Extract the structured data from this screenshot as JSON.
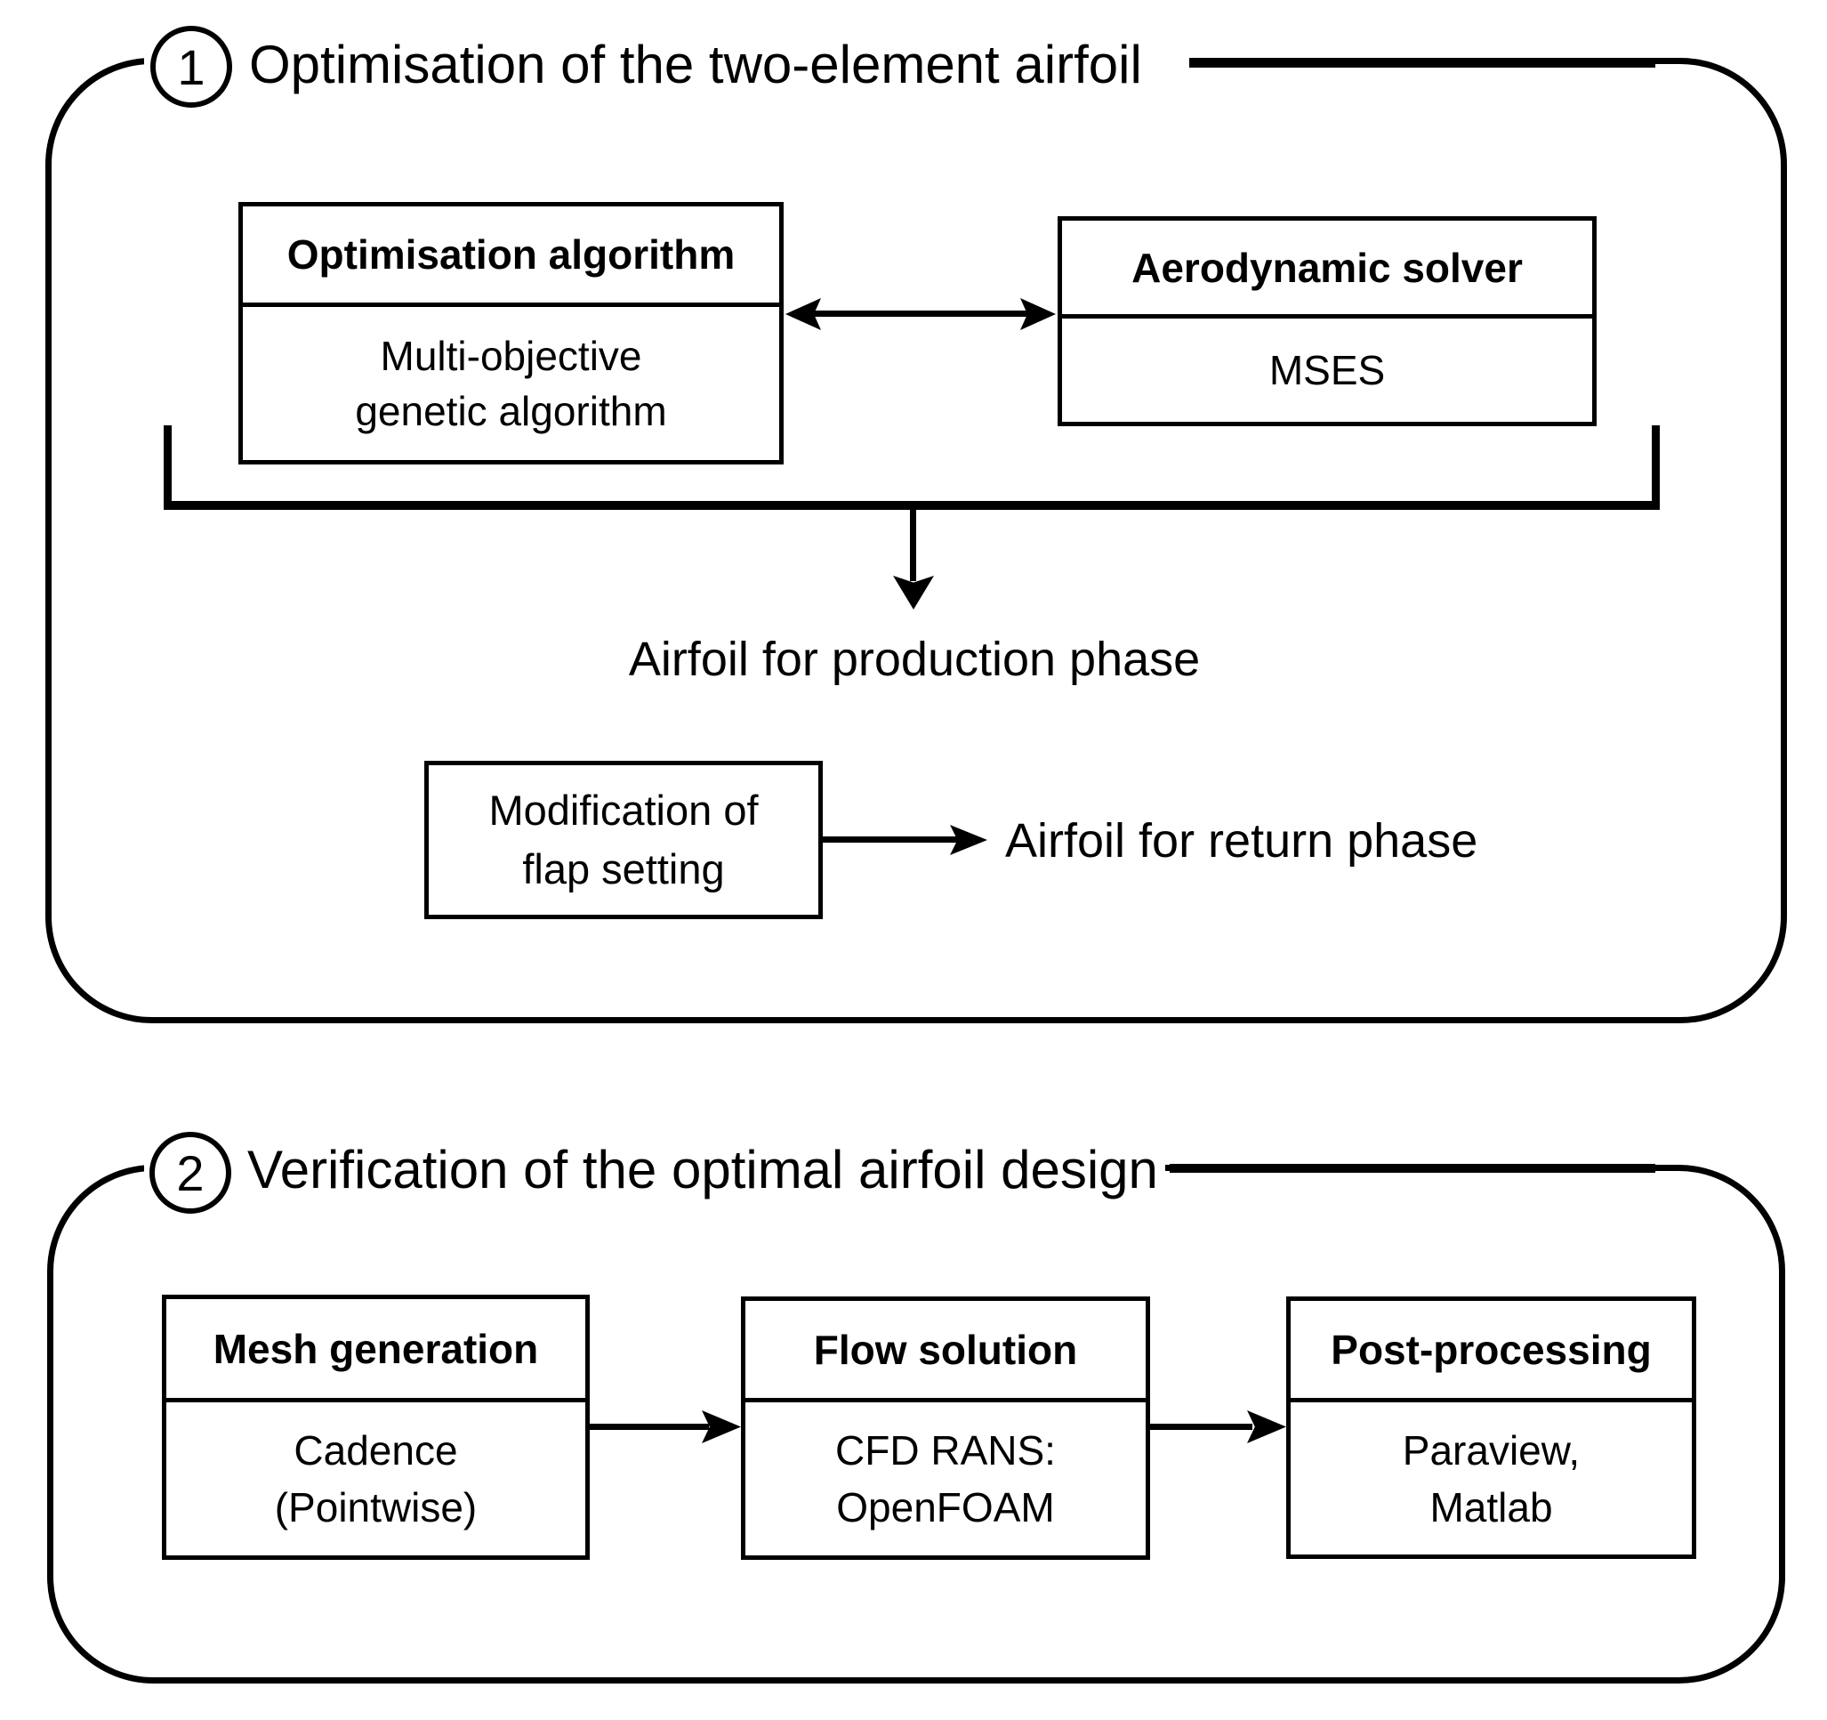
{
  "section1": {
    "number": "1",
    "title": "Optimisation of the two-element airfoil",
    "algo_box": {
      "header": "Optimisation algorithm",
      "line1": "Multi-objective",
      "line2": "genetic algorithm"
    },
    "solver_box": {
      "header": "Aerodynamic solver",
      "line1": "MSES"
    },
    "production_label": "Airfoil for production phase",
    "flap_box": {
      "line1": "Modification of",
      "line2": "flap setting"
    },
    "return_label": "Airfoil for return phase"
  },
  "section2": {
    "number": "2",
    "title": "Verification of the optimal airfoil design",
    "mesh_box": {
      "header": "Mesh generation",
      "line1": "Cadence",
      "line2": "(Pointwise)"
    },
    "flow_box": {
      "header": "Flow solution",
      "line1": "CFD RANS:",
      "line2": "OpenFOAM"
    },
    "post_box": {
      "header": "Post-processing",
      "line1": "Paraview,",
      "line2": "Matlab"
    }
  },
  "colors": {
    "ink": "#000000",
    "background": "#ffffff"
  }
}
